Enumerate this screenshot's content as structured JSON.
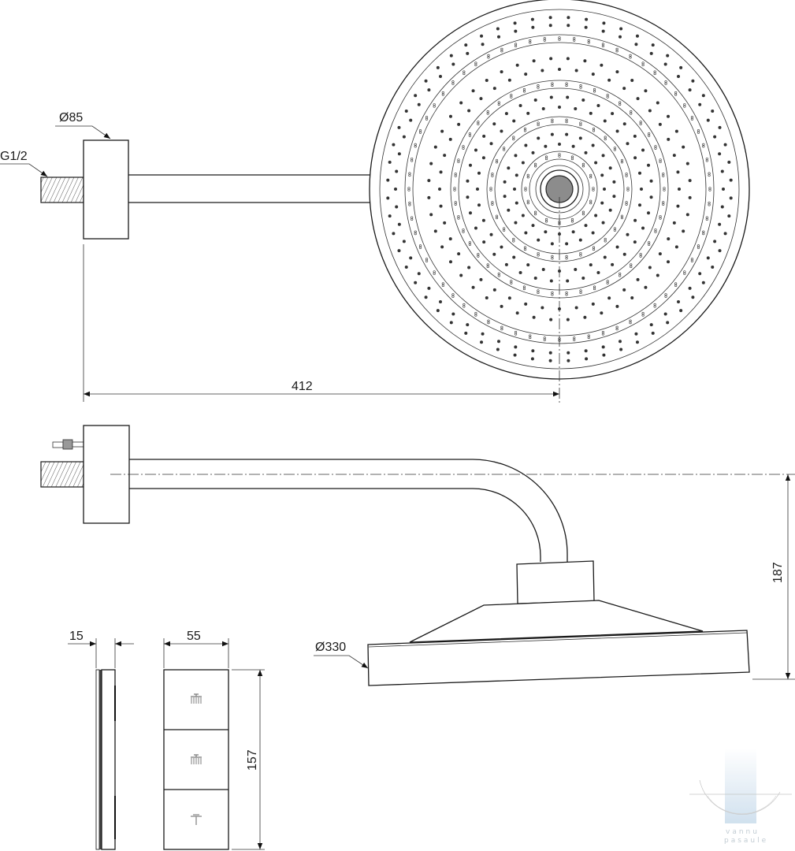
{
  "drawing": {
    "top_view": {
      "flange_diameter_label": "Ø85",
      "thread_label": "G1/2",
      "arm_length_label": "412"
    },
    "side_view": {
      "height_label": "187",
      "head_diameter_label": "Ø330"
    },
    "control_panel": {
      "depth_label": "15",
      "width_label": "55",
      "height_label": "157",
      "buttons": [
        {
          "icon": "rain-shower-icon"
        },
        {
          "icon": "rain-shower-icon"
        },
        {
          "icon": "hand-shower-icon"
        }
      ]
    },
    "watermark": {
      "line1": "vannu",
      "line2": "pasaule"
    },
    "colors": {
      "line": "#1a1a1a",
      "center_cap": "#8c8c8c",
      "watermark": "#c9dcec"
    }
  }
}
